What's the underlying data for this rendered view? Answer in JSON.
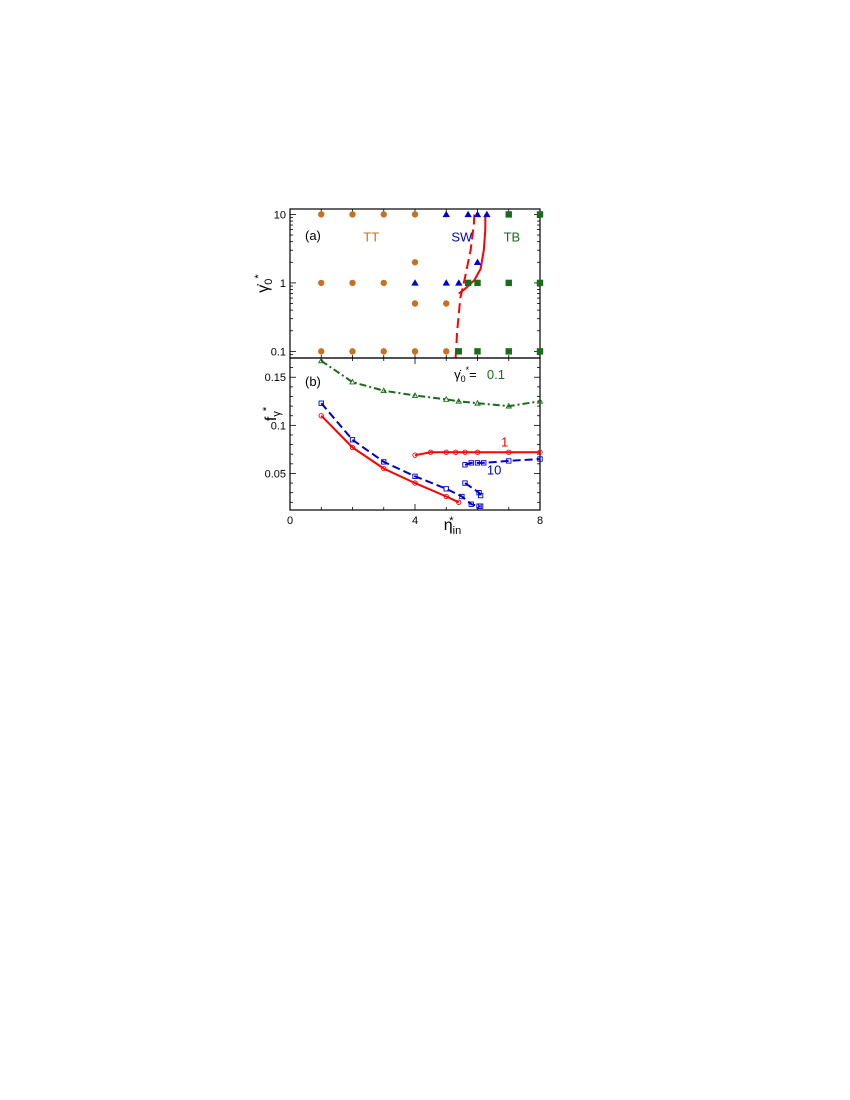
{
  "chart_data": [
    {
      "panel_label": "(a)",
      "type": "scatter",
      "xlim": [
        0,
        8
      ],
      "ylim": [
        0.08,
        12
      ],
      "y_scale": "log",
      "ylabel": "γ̇0*",
      "yticks": [
        {
          "value": 0.1,
          "label": "0.1"
        },
        {
          "value": 1,
          "label": "1"
        },
        {
          "value": 10,
          "label": "10"
        }
      ],
      "regions": [
        {
          "label": "TT",
          "color": "#c8701e",
          "x": 2.6,
          "y": 4.0
        },
        {
          "label": "SW",
          "color": "#0000cc",
          "x": 5.5,
          "y": 4.0
        },
        {
          "label": "TB",
          "color": "#1a6b1a",
          "x": 7.1,
          "y": 4.0
        }
      ],
      "series": [
        {
          "marker": "circle",
          "color": "#c8701e",
          "points": [
            [
              1,
              10
            ],
            [
              2,
              10
            ],
            [
              3,
              10
            ],
            [
              4,
              10
            ],
            [
              1,
              1
            ],
            [
              2,
              1
            ],
            [
              3,
              1
            ],
            [
              4,
              2
            ],
            [
              4,
              0.5
            ],
            [
              5,
              0.5
            ],
            [
              1,
              0.1
            ],
            [
              2,
              0.1
            ],
            [
              3,
              0.1
            ],
            [
              4,
              0.1
            ],
            [
              5,
              0.1
            ]
          ]
        },
        {
          "marker": "triangle",
          "color": "#0000cc",
          "points": [
            [
              5,
              10
            ],
            [
              5.7,
              10
            ],
            [
              6,
              10
            ],
            [
              6.3,
              10
            ],
            [
              4,
              1
            ],
            [
              5,
              1
            ],
            [
              5.4,
              1
            ],
            [
              6,
              2
            ]
          ]
        },
        {
          "marker": "square",
          "color": "#1a6b1a",
          "points": [
            [
              7,
              10
            ],
            [
              8,
              10
            ],
            [
              5.7,
              1
            ],
            [
              6,
              1
            ],
            [
              7,
              1
            ],
            [
              8,
              1
            ],
            [
              5.4,
              0.1
            ],
            [
              6,
              0.1
            ],
            [
              7,
              0.1
            ],
            [
              8,
              0.1
            ]
          ]
        }
      ],
      "boundaries": [
        {
          "style": "solid",
          "color": "#ff0000",
          "points": [
            [
              5.4,
              0.7
            ],
            [
              5.6,
              0.82
            ],
            [
              5.9,
              1.1
            ],
            [
              6.1,
              1.6
            ],
            [
              6.2,
              3
            ],
            [
              6.25,
              6
            ],
            [
              6.25,
              10
            ]
          ]
        },
        {
          "style": "dashed",
          "color": "#ff0000",
          "points": [
            [
              5.3,
              0.08
            ],
            [
              5.35,
              0.2
            ],
            [
              5.45,
              0.6
            ],
            [
              5.6,
              1.2
            ],
            [
              5.78,
              3
            ],
            [
              5.88,
              7
            ],
            [
              5.9,
              10
            ]
          ]
        }
      ]
    },
    {
      "panel_label": "(b)",
      "type": "line",
      "xlabel": "ηin*",
      "ylabel": "fγ*",
      "xlim": [
        0,
        8
      ],
      "ylim": [
        0.012,
        0.17
      ],
      "xticks": [
        {
          "value": 0,
          "label": "0"
        },
        {
          "value": 4,
          "label": "4"
        },
        {
          "value": 8,
          "label": "8"
        }
      ],
      "yticks": [
        {
          "value": 0.05,
          "label": "0.05"
        },
        {
          "value": 0.1,
          "label": "0.1"
        },
        {
          "value": 0.15,
          "label": "0.15"
        }
      ],
      "series": [
        {
          "name": "0.1",
          "color": "#1a6b1a",
          "style": "dashdot",
          "marker": "triangle",
          "x": [
            1,
            2,
            3,
            4,
            5,
            5.4,
            6,
            7,
            8
          ],
          "y": [
            0.167,
            0.145,
            0.136,
            0.131,
            0.127,
            0.125,
            0.123,
            0.12,
            0.125
          ]
        },
        {
          "name": "1",
          "color": "#ff0000",
          "style": "solid",
          "marker": "circle",
          "segments": [
            {
              "x": [
                1,
                2,
                3,
                4,
                5,
                5.4
              ],
              "y": [
                0.11,
                0.077,
                0.055,
                0.04,
                0.026,
                0.02
              ]
            },
            {
              "x": [
                4,
                4.5,
                5,
                5.3,
                5.6,
                6,
                7,
                8
              ],
              "y": [
                0.069,
                0.072,
                0.072,
                0.072,
                0.072,
                0.072,
                0.072,
                0.072
              ]
            }
          ]
        },
        {
          "name": "10",
          "color": "#0000cc",
          "style": "dashed",
          "marker": "square",
          "segments": [
            {
              "x": [
                1,
                2,
                3,
                4,
                5,
                5.5,
                5.8,
                6.05,
                6.1
              ],
              "y": [
                0.123,
                0.085,
                0.062,
                0.047,
                0.034,
                0.026,
                0.018,
                0.016,
                0.016
              ]
            },
            {
              "x": [
                5.6,
                6.05,
                6.1
              ],
              "y": [
                0.04,
                0.03,
                0.027
              ]
            },
            {
              "x": [
                5.6,
                5.8,
                6,
                6.2,
                7,
                8
              ],
              "y": [
                0.059,
                0.061,
                0.061,
                0.061,
                0.063,
                0.065
              ]
            }
          ]
        }
      ],
      "annotations": [
        {
          "text": "γ̇0*= ",
          "color": "#000000",
          "x": 5.25,
          "y": 0.148
        },
        {
          "text": "0.1",
          "color": "#1a6b1a",
          "x": 6.3,
          "y": 0.148
        },
        {
          "text": "1",
          "color": "#ff0000",
          "x": 6.75,
          "y": 0.078
        },
        {
          "text": "10",
          "color": "#0000cc",
          "x": 6.3,
          "y": 0.049
        }
      ]
    }
  ]
}
